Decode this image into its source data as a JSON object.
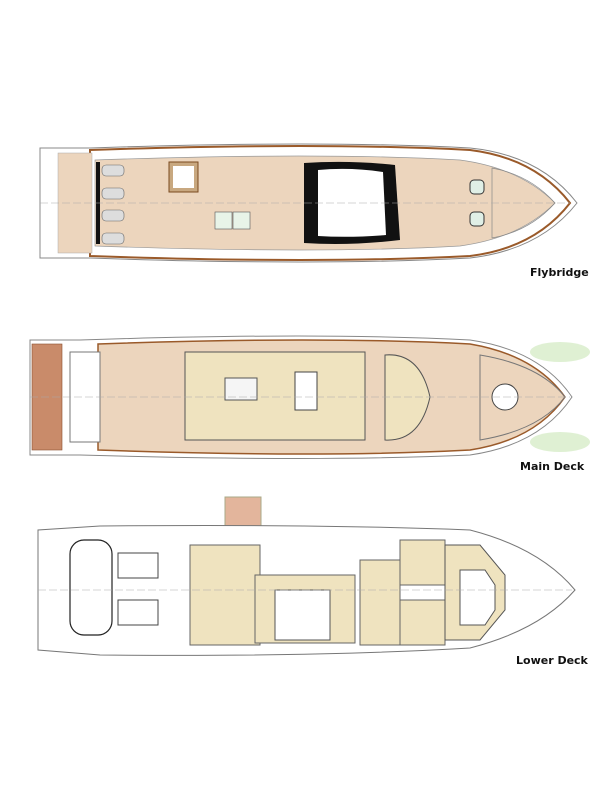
{
  "decks": [
    {
      "name": "Flybridge"
    },
    {
      "name": "Main Deck"
    },
    {
      "name": "Lower Deck"
    }
  ],
  "colors": {
    "teak": "#ecd5bd",
    "hull_trim": "#9a5a2a",
    "cabin_floor": "#efe3bf",
    "glass": "#111111",
    "outline": "#777777",
    "green_accent": "#d7ecc8"
  }
}
